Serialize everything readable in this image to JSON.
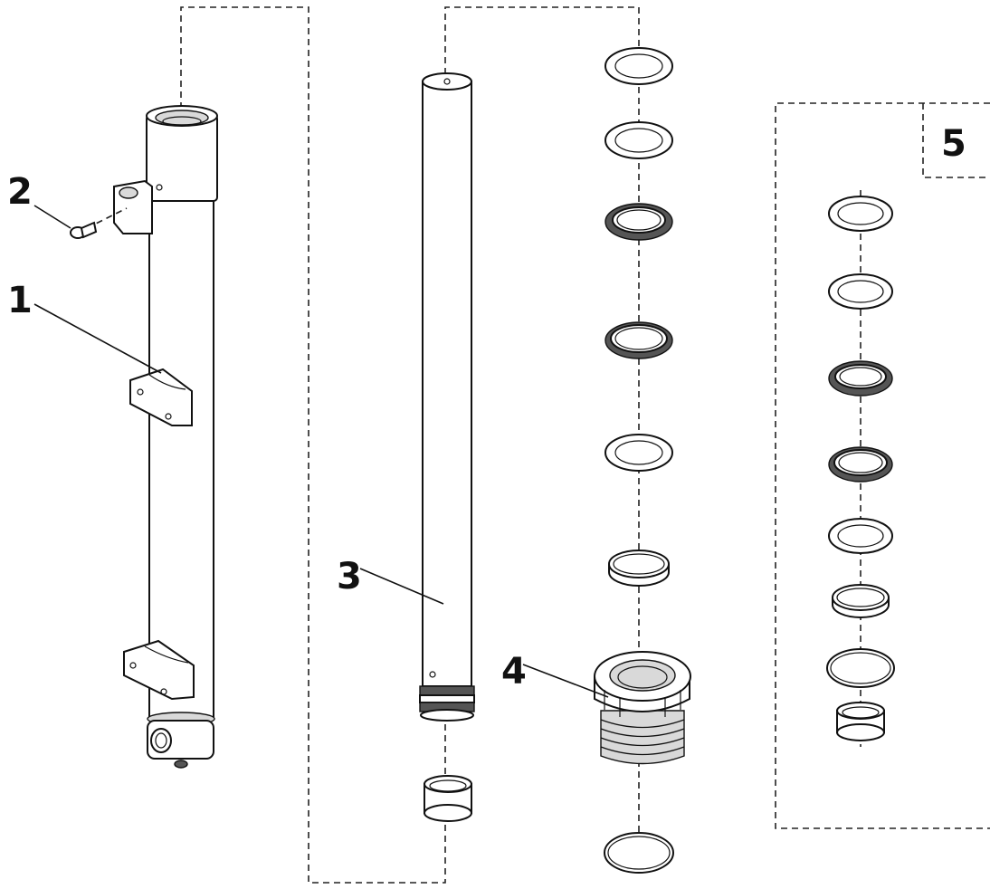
{
  "diagram": {
    "callouts": {
      "part1": "1",
      "part2": "2",
      "part3": "3",
      "part4": "4",
      "part5": "5"
    },
    "line_color": "#111111",
    "background": "#ffffff"
  }
}
